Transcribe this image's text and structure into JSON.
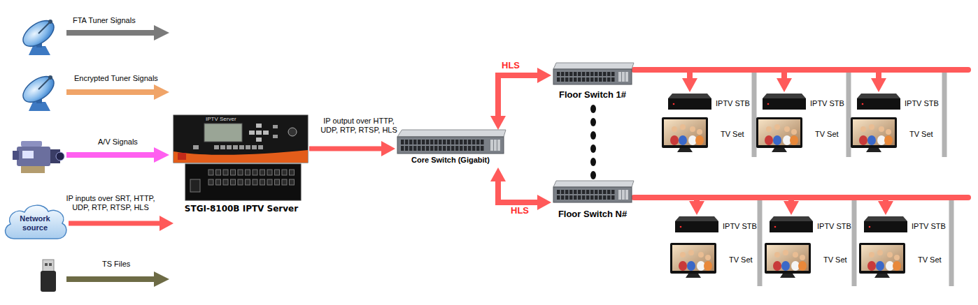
{
  "diagram": {
    "nodes": [
      {
        "text": [
          "Network source"
        ]
      },
      {
        "text": [
          "IPTV Server",
          "STGI-8100B IPTV Server"
        ]
      },
      {
        "text": [
          "Core Switch (Gigabit)"
        ]
      },
      {
        "text": [
          "Floor Switch 1#"
        ]
      },
      {
        "text": [
          "IPTV STB"
        ]
      },
      {
        "text": [
          "TV Set"
        ]
      },
      {
        "text": [
          "IPTV STB"
        ]
      },
      {
        "text": [
          "TV Set"
        ]
      },
      {
        "text": [
          "IPTV STB"
        ]
      },
      {
        "text": [
          "TV Set"
        ]
      },
      {
        "text": [
          "Floor Switch N#"
        ]
      },
      {
        "text": [
          "IPTV STB"
        ]
      },
      {
        "text": [
          "TV Set"
        ]
      },
      {
        "text": [
          "IPTV STB"
        ]
      },
      {
        "text": [
          "TV Set"
        ]
      },
      {
        "text": [
          "IPTV STB"
        ]
      },
      {
        "text": [
          "TV Set"
        ]
      }
    ],
    "edges": [
      {
        "from": 0,
        "to": 1,
        "arrow": "to",
        "label": "IP inputs over SRT, HTTP, UDP, RTP, RTSP, HLS"
      },
      {
        "from": 1,
        "to": 2,
        "arrow": "to",
        "label": "IP output over HTTP, UDP, RTP, RTSP, HLS"
      },
      {
        "from": 2,
        "to": 3,
        "arrow": "both",
        "label": "HLS"
      },
      {
        "from": 2,
        "to": 10,
        "arrow": "both",
        "label": "HLS"
      },
      {
        "from": 3,
        "to": 4,
        "arrow": "to"
      },
      {
        "from": 3,
        "to": 6,
        "arrow": "to"
      },
      {
        "from": 3,
        "to": 8,
        "arrow": "to"
      },
      {
        "from": 10,
        "to": 11,
        "arrow": "to"
      },
      {
        "from": 10,
        "to": 13,
        "arrow": "to"
      },
      {
        "from": 10,
        "to": 15,
        "arrow": "to"
      }
    ],
    "labels": [
      "FTA Tuner Signals",
      "Encrypted Tuner Signals",
      "A/V Signals",
      "TS Files"
    ]
  }
}
